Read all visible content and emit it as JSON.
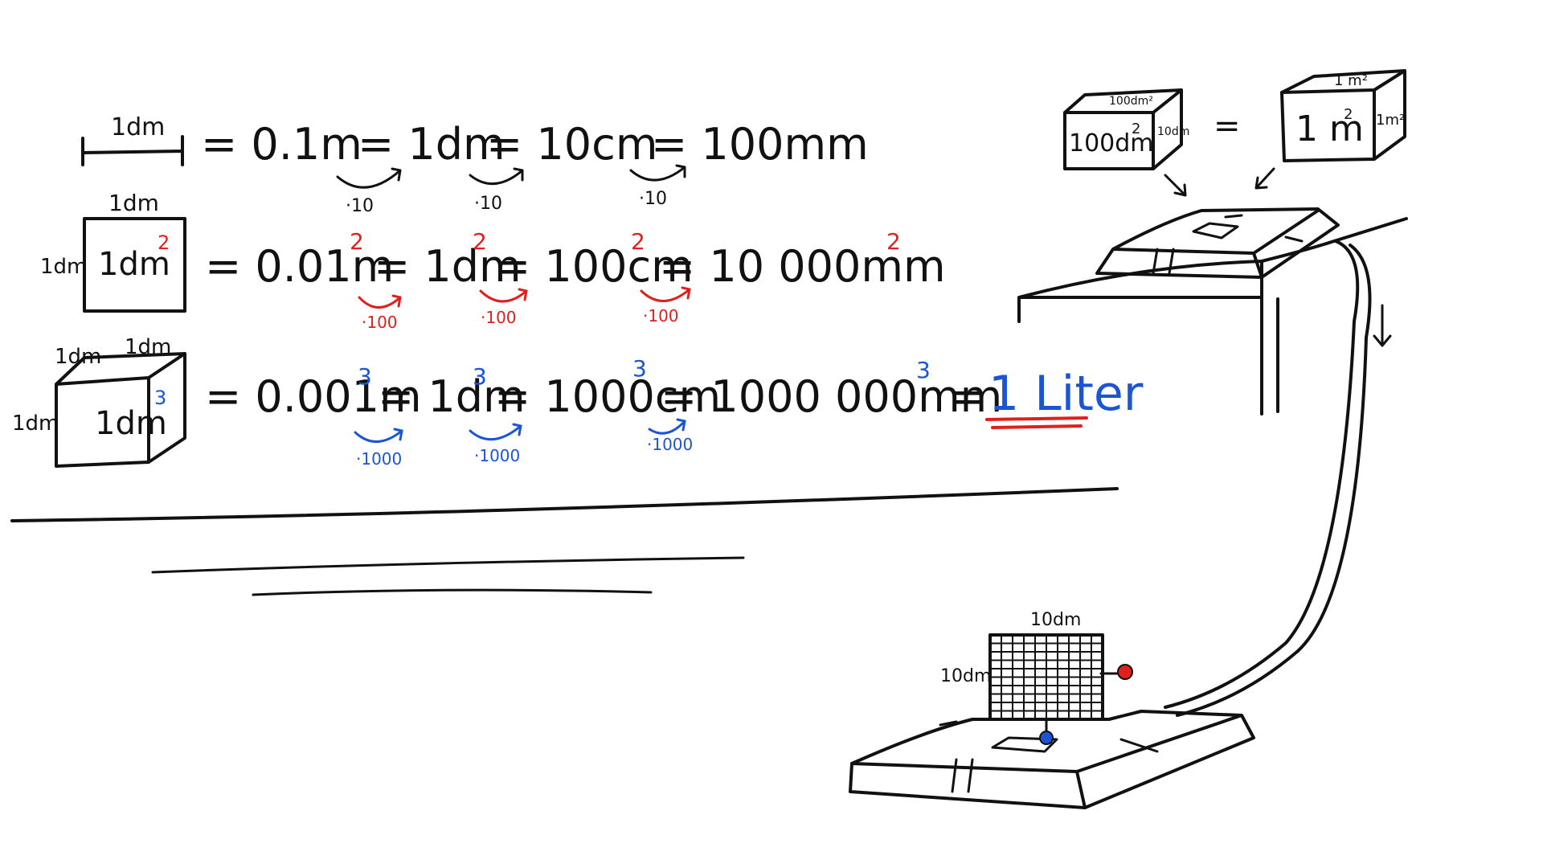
{
  "colors": {
    "ink": "#111111",
    "red": "#e0201c",
    "blue": "#1a55d6"
  },
  "rows": [
    {
      "shape_label": "1dm",
      "terms": [
        "= 0.1m",
        "= 1dm",
        "= 10cm",
        "= 100mm"
      ],
      "factors": [
        "·10",
        "·10",
        "·10"
      ]
    },
    {
      "shape_top_label": "1dm",
      "shape_side_label": "1dm",
      "shape_inner": "1dm",
      "power": "2",
      "terms": [
        "= 0.01m",
        "= 1dm",
        "= 100cm",
        "= 10 000mm"
      ],
      "factors": [
        "·100",
        "·100",
        "·100"
      ]
    },
    {
      "shape_top_label_a": "1dm",
      "shape_top_label_b": "1dm",
      "shape_side_label": "1dm",
      "shape_inner": "1dm",
      "power": "3",
      "terms": [
        "= 0.001m",
        "= 1dm",
        "= 1000cm",
        "= 1000 000mm",
        "="
      ],
      "factors": [
        "·1000",
        "·1000",
        "·1000"
      ],
      "result": "1 Liter"
    }
  ],
  "top_right": {
    "cube_left_front": "100dm",
    "cube_left_power": "2",
    "cube_left_top": "100dm²",
    "cube_left_side": "10dm",
    "equals": "=",
    "cube_right_front": "1 m",
    "cube_right_power": "2",
    "cube_right_top": "1 m²",
    "cube_right_side": "1m²"
  },
  "grid_panel": {
    "top_label": "10dm",
    "side_label": "10dm",
    "rows": 10,
    "cols": 10
  }
}
